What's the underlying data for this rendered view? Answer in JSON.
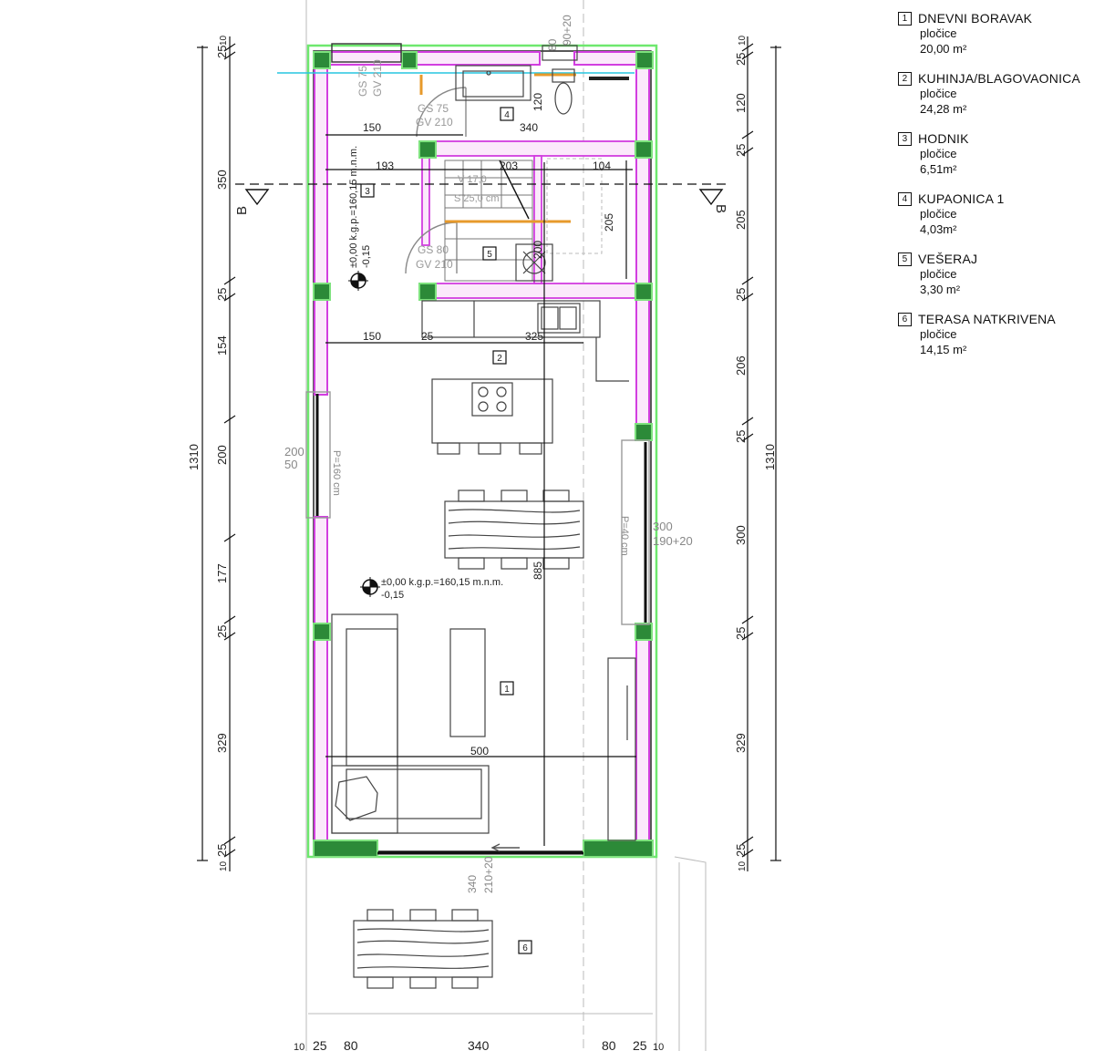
{
  "legend": {
    "rooms": [
      {
        "number": "1",
        "name": "DNEVNI BORAVAK",
        "floor": "pločice",
        "area": "20,00 m²"
      },
      {
        "number": "2",
        "name": "KUHINJA/BLAGOVAONICA",
        "floor": "pločice",
        "area": "24,28 m²"
      },
      {
        "number": "3",
        "name": "HODNIK",
        "floor": "pločice",
        "area": "6,51m²"
      },
      {
        "number": "4",
        "name": "KUPAONICA 1",
        "floor": "pločice",
        "area": "4,03m²"
      },
      {
        "number": "5",
        "name": "VEŠERAJ",
        "floor": "pločice",
        "area": "3,30 m²"
      },
      {
        "number": "6",
        "name": "TERASA NATKRIVENA",
        "floor": "pločice",
        "area": "14,15 m²"
      }
    ]
  },
  "plan": {
    "left_dims": [
      "25",
      "10",
      "350",
      "25",
      "154",
      "200",
      "177",
      "25",
      "329",
      "25",
      "10"
    ],
    "left_total": "1310",
    "right_dims": [
      "25",
      "10",
      "120",
      "25",
      "205",
      "25",
      "206",
      "25",
      "300",
      "25",
      "329",
      "25",
      "10"
    ],
    "right_total": "1310",
    "bottom_dims": [
      "10",
      "25",
      "80",
      "340",
      "80",
      "25",
      "10"
    ],
    "top_dims": [
      "80",
      "90+20"
    ],
    "section_mark": "B",
    "room_tags": [
      "1",
      "2",
      "3",
      "4",
      "5",
      "6"
    ],
    "inner_dims": {
      "d150a": "150",
      "d340": "340",
      "d193": "193",
      "d203": "203",
      "d104": "104",
      "d205": "205",
      "d150b": "150",
      "d25": "25",
      "d325": "325",
      "d500": "500",
      "d120": "120",
      "d885": "885",
      "d200": "200"
    },
    "door_labels": {
      "gs75": "GS 75",
      "gv210": "GV 210",
      "gs75b": "GS 75",
      "gv210b": "GV 210",
      "gs80": "GS 80",
      "gv210c": "GV 210",
      "stair_s": "S 25,0 cm",
      "stair_v": "V 17,0",
      "w_left_a": "200",
      "w_left_b": "50",
      "w_left_p": "P=160 cm",
      "w_right_a": "300",
      "w_right_b": "190+20",
      "w_right_p": "P=40 cm",
      "w_bottom_a": "340",
      "w_bottom_b": "210+20"
    },
    "levels": {
      "upper_main": "±0,00 k.g.p.=160,15 m.n.m.",
      "upper_sub": "-0,15",
      "lower_main": "±0,00 k.g.p.=160,15 m.n.m.",
      "lower_sub": "-0,15"
    }
  }
}
